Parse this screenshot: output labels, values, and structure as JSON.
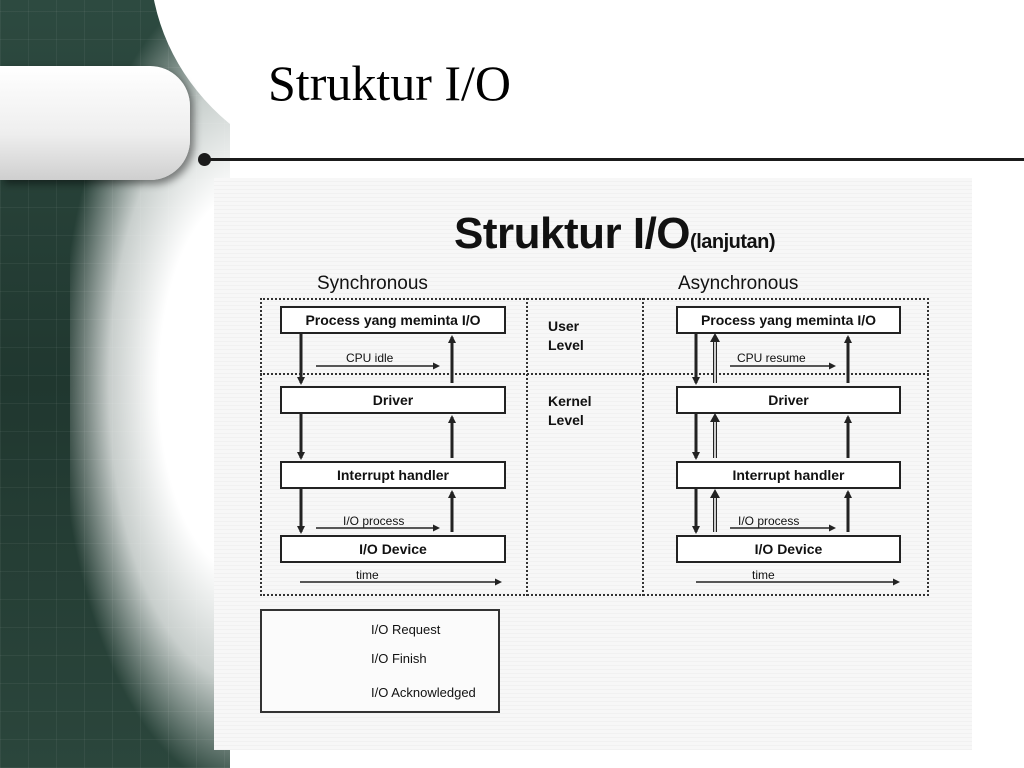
{
  "slide": {
    "title": "Struktur I/O"
  },
  "diagram": {
    "title": "Struktur I/O",
    "title_suffix": "(lanjutan)",
    "synchronous": {
      "heading": "Synchronous",
      "process": "Process yang meminta I/O",
      "cpu_label": "CPU idle",
      "driver": "Driver",
      "interrupt": "Interrupt handler",
      "io_process": "I/O process",
      "device": "I/O Device",
      "time": "time"
    },
    "asynchronous": {
      "heading": "Asynchronous",
      "process": "Process yang meminta I/O",
      "cpu_label": "CPU resume",
      "driver": "Driver",
      "interrupt": "Interrupt handler",
      "io_process": "I/O process",
      "device": "I/O Device",
      "time": "time"
    },
    "levels": {
      "user": "User\nLevel",
      "kernel": "Kernel\nLevel"
    },
    "legend": [
      {
        "label": "I/O Request",
        "style": "hollow"
      },
      {
        "label": "I/O Finish",
        "style": "solid"
      },
      {
        "label": "I/O Acknowledged",
        "style": "dashed"
      }
    ],
    "colors": {
      "ink": "#222222",
      "panel": "#f7f7f7",
      "slide_band": "#2d4a40"
    }
  }
}
